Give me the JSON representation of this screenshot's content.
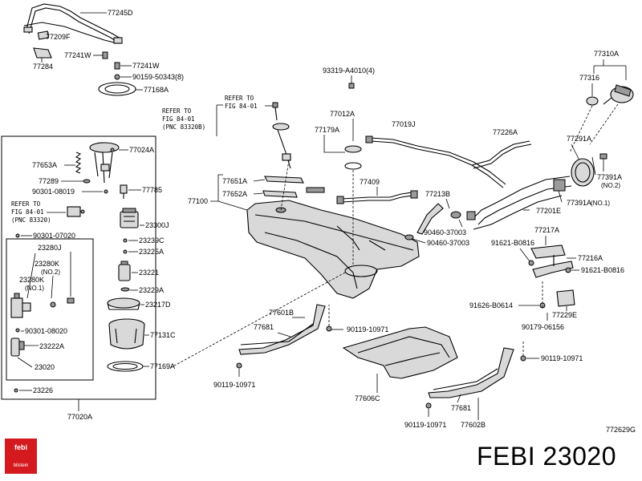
{
  "catalog_code": "772629G",
  "brand": {
    "caption": "FEBI 23020",
    "logo_text": "febi",
    "logo_sub": "bilstein",
    "logo_color": "#d41a1f"
  },
  "notes": {
    "refer_top_l1": "REFER TO",
    "refer_top_l2": "FIG 84-01",
    "refer_mid_l1": "REFER TO",
    "refer_mid_l2": "FIG 84-01",
    "refer_mid_l3": "(PNC 83320B)",
    "refer_left_l1": "REFER TO",
    "refer_left_l2": "FIG 84-01",
    "refer_left_l3": "(PNC 83320)"
  },
  "labels": {
    "p77245D": "77245D",
    "p77209F": "77209F",
    "p77284": "77284",
    "p77241W_a": "77241W",
    "p77241W_b": "77241W",
    "p90159": "90159-50343(8)",
    "p77168A": "77168A",
    "p77024A": "77024A",
    "p77653A": "77653A",
    "p77289": "77289",
    "p90301_08019": "90301-08019",
    "p77785": "77785",
    "p23300J": "23300J",
    "p90301_07020": "90301-07020",
    "p23280J": "23280J",
    "p23280K": "23280K",
    "p23280K_no2": "(NO.2)",
    "p23280K_b": "23280K",
    "p23280K_no1": "(NO.1)",
    "p23239C": "23239C",
    "p23225A": "23225A",
    "p23221": "23221",
    "p23229A": "23229A",
    "p23217D": "23217D",
    "p90301_08020": "90301-08020",
    "p77131C": "77131C",
    "p23222A": "23222A",
    "p23020": "23020",
    "p77169A": "77169A",
    "p23226": "23226",
    "p77020A": "77020A",
    "p93319": "93319-A4010(4)",
    "p77012A": "77012A",
    "p77179A": "77179A",
    "p77019J": "77019J",
    "p77226A": "77226A",
    "p77310A": "77310A",
    "p77316": "77316",
    "p77291A": "77291A",
    "p77391A_a": "77391A",
    "p77391A_no2": "(NO.2)",
    "p77391A_b": "77391A",
    "p77391A_no1": "(NO.1)",
    "p77201E": "77201E",
    "p77651A": "77651A",
    "p77100": "77100",
    "p77652A": "77652A",
    "p77409": "77409",
    "p77213B": "77213B",
    "p90460_a": "90460-37003",
    "p90460_b": "90460-37003",
    "p77217A": "77217A",
    "p91621_a": "91621-B0816",
    "p77216A": "77216A",
    "p91621_b": "91621-B0816",
    "p91626": "91626-B0614",
    "p77229E": "77229E",
    "p90179": "90179-06156",
    "p77601B": "77601B",
    "p77681_a": "77681",
    "p90119_a": "90119-10971",
    "p90119_b": "90119-10971",
    "p90119_c": "90119-10971",
    "p90119_d": "90119-10971",
    "p77606C": "77606C",
    "p77681_b": "77681",
    "p77602B": "77602B"
  }
}
